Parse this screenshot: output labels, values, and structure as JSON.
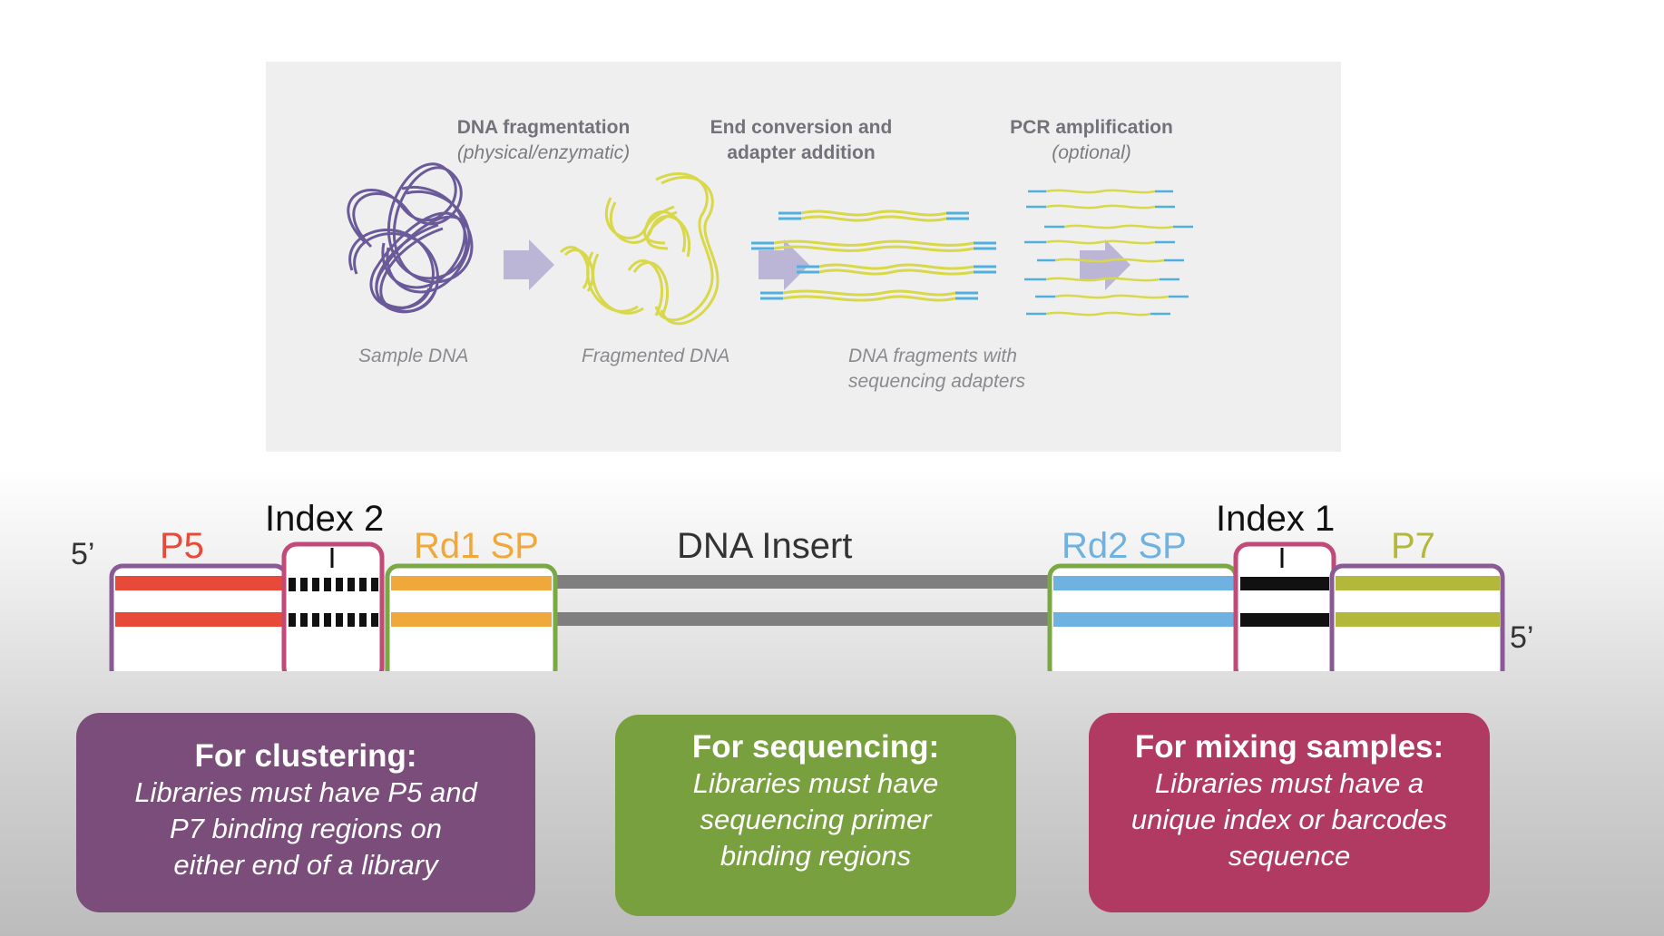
{
  "workflow": {
    "step1_title": "DNA fragmentation",
    "step1_sub": "(physical/enzymatic)",
    "step2_title_line1": "End conversion and",
    "step2_title_line2": "adapter addition",
    "step3_title": "PCR amplification",
    "step3_sub": "(optional)",
    "caption1": "Sample DNA",
    "caption2": "Fragmented DNA",
    "caption3_line1": "DNA fragments with",
    "caption3_line2": "sequencing adapters"
  },
  "library": {
    "five_prime_left": "5’",
    "five_prime_right": "5’",
    "segments": {
      "p5": "P5",
      "index2": "Index 2",
      "rd1sp": "Rd1 SP",
      "insert": "DNA Insert",
      "rd2sp": "Rd2 SP",
      "index1": "Index 1",
      "p7": "P7"
    }
  },
  "boxes": [
    {
      "title": "For clustering:",
      "line1": "Libraries must have P5 and",
      "line2": "P7 binding regions on",
      "line3": "either end of a library"
    },
    {
      "title": "For sequencing:",
      "line1": "Libraries must have",
      "line2": "sequencing primer",
      "line3": "binding regions"
    },
    {
      "title": "For mixing samples:",
      "line1": "Libraries must have a",
      "line2": "unique index or barcodes",
      "line3": "sequence"
    }
  ],
  "colors": {
    "sample_dna": "#6a5a9a",
    "fragment": "#d8d84a",
    "adapter": "#4fb0e0",
    "arrow": "#bcb6d6",
    "p5": "#e84a3a",
    "rd1sp": "#f0a83a",
    "insert": "#7f7f7f",
    "rd2sp": "#6fb2e2",
    "p7": "#b4b83a",
    "index_border": "#c24a78",
    "p_border": "#8a5a96",
    "sp_border": "#7aa845",
    "box_clustering": "#7a4d7a",
    "box_sequencing": "#79a03e",
    "box_mixing": "#b03a62"
  }
}
